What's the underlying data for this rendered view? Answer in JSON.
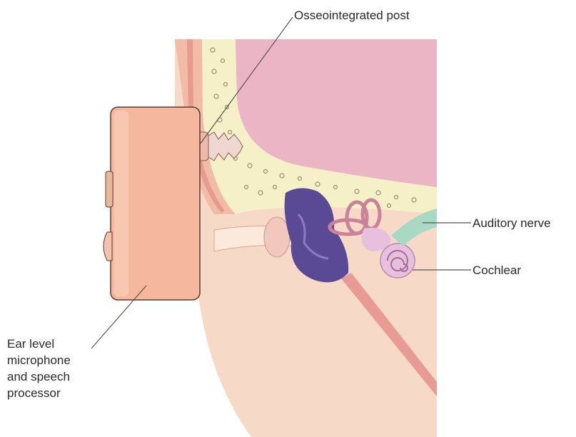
{
  "labels": {
    "post": "Osseointegrated post",
    "nerve": "Auditory nerve",
    "cochlear": "Cochlear",
    "processor_lines": [
      "Ear level",
      "microphone",
      "and speech",
      "processor"
    ]
  },
  "colors": {
    "skin": "#f6d9c6",
    "skull_outer": "#f3c7b2",
    "bone": "#f5f0c8",
    "brain": "#ecb5c6",
    "processor": "#f5b79d",
    "ossicles": "#5a4a96",
    "inner_ear": "#e9bfe0",
    "nerve": "#a9d9c3",
    "canal": "#e89a94"
  }
}
